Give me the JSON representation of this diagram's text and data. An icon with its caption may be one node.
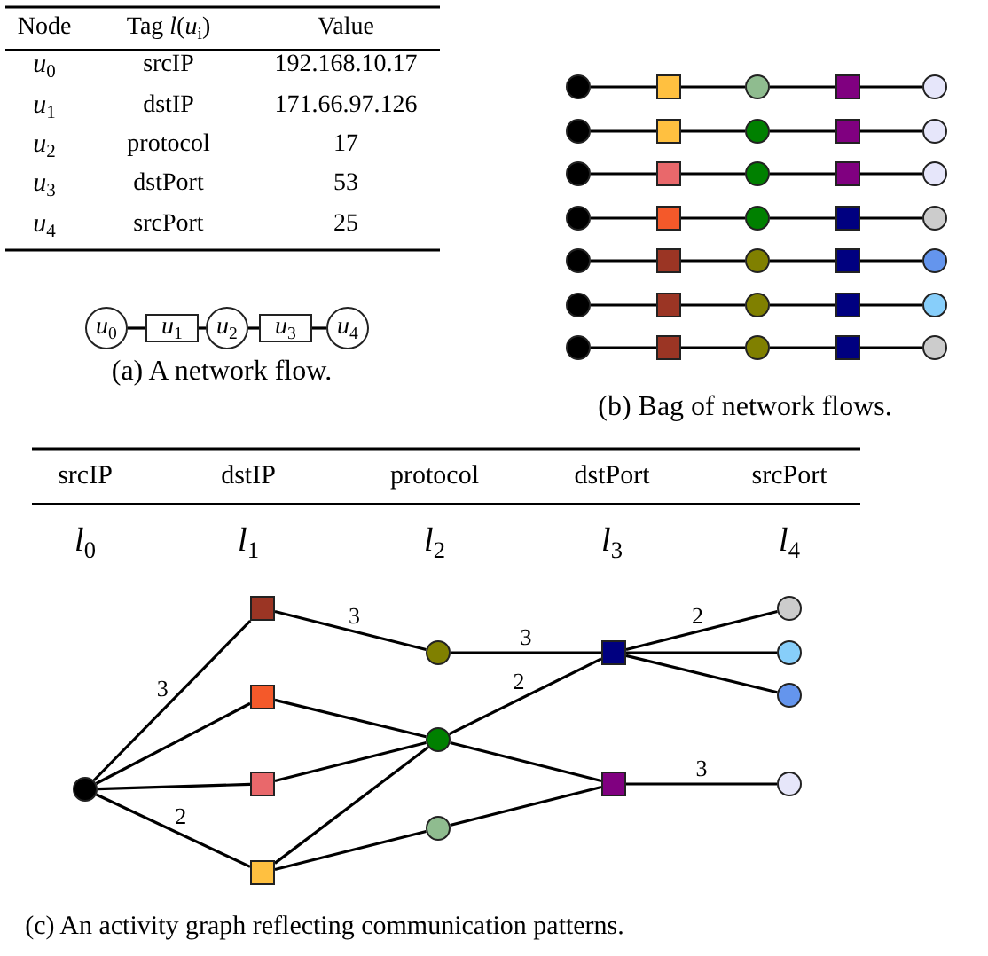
{
  "diagram": {
    "nodes": [
      {
        "text": [
          "*u*$_{0}$"
        ]
      },
      {
        "text": [
          "*u*$_{1}$"
        ]
      },
      {
        "text": [
          "*u*$_{2}$"
        ]
      },
      {
        "text": [
          "*u*$_{3}$"
        ]
      },
      {
        "text": [
          "*u*$_{4}$"
        ]
      },
      {
        "text": [],
        "shape": "circle"
      },
      {
        "text": [],
        "shape": "box"
      },
      {
        "text": [],
        "shape": "circle"
      },
      {
        "text": [],
        "shape": "box"
      },
      {
        "text": [],
        "shape": "circle"
      },
      {
        "text": [],
        "shape": "circle"
      },
      {
        "text": [],
        "shape": "box"
      },
      {
        "text": [],
        "shape": "circle"
      },
      {
        "text": [],
        "shape": "box"
      },
      {
        "text": [],
        "shape": "circle"
      },
      {
        "text": [],
        "shape": "circle"
      },
      {
        "text": [],
        "shape": "box"
      },
      {
        "text": [],
        "shape": "circle"
      },
      {
        "text": [],
        "shape": "box"
      },
      {
        "text": [],
        "shape": "circle"
      },
      {
        "text": [],
        "shape": "circle"
      },
      {
        "text": [],
        "shape": "box"
      },
      {
        "text": [],
        "shape": "circle"
      },
      {
        "text": [],
        "shape": "box"
      },
      {
        "text": [],
        "shape": "circle"
      },
      {
        "text": [],
        "shape": "circle"
      },
      {
        "text": [],
        "shape": "box"
      },
      {
        "text": [],
        "shape": "circle"
      },
      {
        "text": [],
        "shape": "box"
      },
      {
        "text": [],
        "shape": "circle"
      },
      {
        "text": [],
        "shape": "circle"
      },
      {
        "text": [],
        "shape": "box"
      },
      {
        "text": [],
        "shape": "circle"
      },
      {
        "text": [],
        "shape": "box"
      },
      {
        "text": [],
        "shape": "circle"
      },
      {
        "text": [],
        "shape": "circle"
      },
      {
        "text": [],
        "shape": "box"
      },
      {
        "text": [],
        "shape": "circle"
      },
      {
        "text": [],
        "shape": "box"
      },
      {
        "text": [],
        "shape": "circle"
      },
      {
        "text": [],
        "shape": "circle"
      },
      {
        "text": [],
        "shape": "box"
      },
      {
        "text": [],
        "shape": "box"
      },
      {
        "text": [],
        "shape": "box"
      },
      {
        "text": [],
        "shape": "box"
      },
      {
        "text": [],
        "shape": "circle"
      },
      {
        "text": [],
        "shape": "circle"
      },
      {
        "text": [],
        "shape": "circle"
      },
      {
        "text": [],
        "shape": "box"
      },
      {
        "text": [],
        "shape": "box"
      },
      {
        "text": [],
        "shape": "circle"
      },
      {
        "text": [],
        "shape": "circle"
      },
      {
        "text": [],
        "shape": "circle"
      },
      {
        "text": [],
        "shape": "circle"
      }
    ],
    "edges": [
      {
        "from": 0,
        "to": 1,
        "arrow": "none"
      },
      {
        "from": 1,
        "to": 2,
        "arrow": "none"
      },
      {
        "from": 2,
        "to": 3,
        "arrow": "none"
      },
      {
        "from": 3,
        "to": 4,
        "arrow": "none"
      },
      {
        "from": 5,
        "to": 6,
        "arrow": "none"
      },
      {
        "from": 6,
        "to": 7,
        "arrow": "none"
      },
      {
        "from": 7,
        "to": 8,
        "arrow": "none"
      },
      {
        "from": 8,
        "to": 9,
        "arrow": "none"
      },
      {
        "from": 10,
        "to": 11,
        "arrow": "none"
      },
      {
        "from": 11,
        "to": 12,
        "arrow": "none"
      },
      {
        "from": 12,
        "to": 13,
        "arrow": "none"
      },
      {
        "from": 13,
        "to": 14,
        "arrow": "none"
      },
      {
        "from": 15,
        "to": 16,
        "arrow": "none"
      },
      {
        "from": 16,
        "to": 17,
        "arrow": "none"
      },
      {
        "from": 17,
        "to": 18,
        "arrow": "none"
      },
      {
        "from": 18,
        "to": 19,
        "arrow": "none"
      },
      {
        "from": 20,
        "to": 21,
        "arrow": "none"
      },
      {
        "from": 21,
        "to": 22,
        "arrow": "none"
      },
      {
        "from": 22,
        "to": 23,
        "arrow": "none"
      },
      {
        "from": 23,
        "to": 24,
        "arrow": "none"
      },
      {
        "from": 25,
        "to": 26,
        "arrow": "none"
      },
      {
        "from": 26,
        "to": 27,
        "arrow": "none"
      },
      {
        "from": 27,
        "to": 28,
        "arrow": "none"
      },
      {
        "from": 28,
        "to": 29,
        "arrow": "none"
      },
      {
        "from": 30,
        "to": 31,
        "arrow": "none"
      },
      {
        "from": 31,
        "to": 32,
        "arrow": "none"
      },
      {
        "from": 32,
        "to": 33,
        "arrow": "none"
      },
      {
        "from": 33,
        "to": 34,
        "arrow": "none"
      },
      {
        "from": 35,
        "to": 36,
        "arrow": "none"
      },
      {
        "from": 36,
        "to": 37,
        "arrow": "none"
      },
      {
        "from": 37,
        "to": 38,
        "arrow": "none"
      },
      {
        "from": 38,
        "to": 39,
        "arrow": "none"
      },
      {
        "from": 40,
        "to": 41,
        "arrow": "none",
        "label": "3"
      },
      {
        "from": 40,
        "to": 42,
        "arrow": "none"
      },
      {
        "from": 40,
        "to": 43,
        "arrow": "none"
      },
      {
        "from": 40,
        "to": 44,
        "arrow": "none",
        "label": "2"
      },
      {
        "from": 41,
        "to": 45,
        "arrow": "none",
        "label": "3"
      },
      {
        "from": 42,
        "to": 46,
        "arrow": "none"
      },
      {
        "from": 43,
        "to": 46,
        "arrow": "none"
      },
      {
        "from": 44,
        "to": 46,
        "arrow": "none"
      },
      {
        "from": 44,
        "to": 47,
        "arrow": "none"
      },
      {
        "from": 45,
        "to": 48,
        "arrow": "none",
        "label": "3"
      },
      {
        "from": 46,
        "to": 48,
        "arrow": "none",
        "label": "2"
      },
      {
        "from": 46,
        "to": 49,
        "arrow": "none"
      },
      {
        "from": 47,
        "to": 49,
        "arrow": "none"
      },
      {
        "from": 48,
        "to": 50,
        "arrow": "none",
        "label": "2"
      },
      {
        "from": 48,
        "to": 51,
        "arrow": "none"
      },
      {
        "from": 48,
        "to": 52,
        "arrow": "none"
      },
      {
        "from": 49,
        "to": 53,
        "arrow": "none",
        "label": "3"
      }
    ],
    "labels": [
      "Node",
      "Tag *l*(*u*$_{i}$)",
      "Value",
      "*u*$_{0}$",
      "srcIP",
      "192.168.10.17",
      "*u*$_{1}$",
      "dstIP",
      "171.66.97.126",
      "*u*$_{2}$",
      "protocol",
      "17",
      "*u*$_{3}$",
      "dstPort",
      "53",
      "*u*$_{4}$",
      "srcPort",
      "25",
      "(a) A network flow.",
      "(b) Bag of network flows.",
      "srcIP",
      "dstIP",
      "protocol",
      "dstPort",
      "srcPort",
      "*l*$_{0}$",
      "*l*$_{1}$",
      "*l*$_{2}$",
      "*l*$_{3}$",
      "*l*$_{4}$",
      "(c) An activity graph reflecting communication patterns."
    ]
  }
}
